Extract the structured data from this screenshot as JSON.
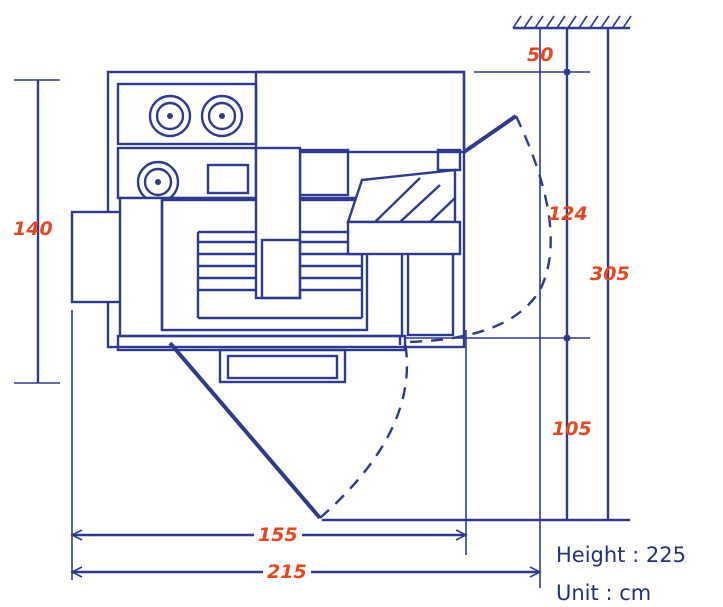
{
  "dimensions": {
    "ceiling_gap": "50",
    "door_depth": "124",
    "total_height": "305",
    "front_clearance": "105",
    "machine_depth": "140",
    "machine_width": "155",
    "total_width": "215"
  },
  "info": {
    "height_label": "Height",
    "height_value": "225",
    "unit_label": "Unit",
    "unit_value": "cm",
    "separator": ":"
  },
  "colors": {
    "line": "#2e3a8c",
    "dimension_text": "#e8461e",
    "info_text": "#26317a"
  }
}
